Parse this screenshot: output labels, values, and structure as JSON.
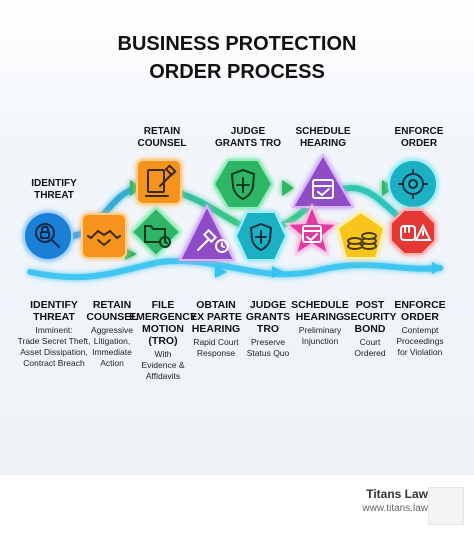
{
  "title": {
    "line1": "BUSINESS PROTECTION",
    "line2": "ORDER PROCESS"
  },
  "upper_labels": [
    {
      "lines": [
        "IDENTIFY",
        "THREAT"
      ]
    },
    {
      "lines": [
        "RETAIN",
        "COUNSEL"
      ]
    },
    {
      "lines": [
        "JUDGE",
        "GRANTS TRO"
      ]
    },
    {
      "lines": [
        "SCHEDULE",
        "HEARING"
      ]
    },
    {
      "lines": [
        "ENFORCE",
        "ORDER"
      ]
    }
  ],
  "steps": [
    {
      "title": [
        "IDENTIFY",
        "THREAT"
      ],
      "desc": [
        "Imminent:",
        "Trade Secret Theft,",
        "Asset Dissipation,",
        "Contract Breach"
      ],
      "color": "#1e7fd6",
      "icon": "magnifier-lock-icon"
    },
    {
      "title": [
        "RETAIN",
        "COUNSEL"
      ],
      "desc": [
        "Aggressive",
        "Litigation,",
        "Immediate",
        "Action"
      ],
      "color": "#f5931f",
      "icon": "handshake-icon"
    },
    {
      "title": [
        "FILE",
        "EMERGENCY",
        "MOTION",
        "(TRO)"
      ],
      "desc": [
        "With",
        "Evidence &",
        "Affidavits"
      ],
      "color": "#2fb565",
      "icon": "folder-clock-icon"
    },
    {
      "title": [
        "OBTAIN",
        "EX PARTE",
        "HEARING"
      ],
      "desc": [
        "Rapid Court",
        "Response"
      ],
      "color": "#8e4ec6",
      "icon": "gavel-clock-icon"
    },
    {
      "title": [
        "JUDGE",
        "GRANTS",
        "TRO"
      ],
      "desc": [
        "Preserve",
        "Status Quo"
      ],
      "color": "#1bb0c4",
      "icon": "shield-snowflake-icon"
    },
    {
      "title": [
        "SCHEDULE",
        "HEARING"
      ],
      "desc": [
        "Preliminary",
        "Injunction"
      ],
      "color": "#e13ba0",
      "icon": "calendar-check-icon"
    },
    {
      "title": [
        "POST",
        "SECURITY",
        "BOND"
      ],
      "desc": [
        "Court",
        "Ordered"
      ],
      "color": "#f7c51b",
      "icon": "coins-icon"
    },
    {
      "title": [
        "ENFORCE",
        "ORDER"
      ],
      "desc": [
        "Contempt",
        "Proceedings",
        "for Violation"
      ],
      "color": "#e53935",
      "icon": "fist-warning-icon"
    }
  ],
  "upper_shapes": [
    {
      "color": "#f5931f",
      "icon": "gavel-document-icon"
    },
    {
      "color": "#2fb565",
      "icon": "shield-snowflake-icon"
    },
    {
      "color": "#8e4ec6",
      "icon": "calendar-check-icon"
    },
    {
      "color": "#1bb0c4",
      "icon": "gear-check-icon"
    }
  ],
  "footer": {
    "brand": "Titans Law",
    "url": "www.titans.law"
  }
}
